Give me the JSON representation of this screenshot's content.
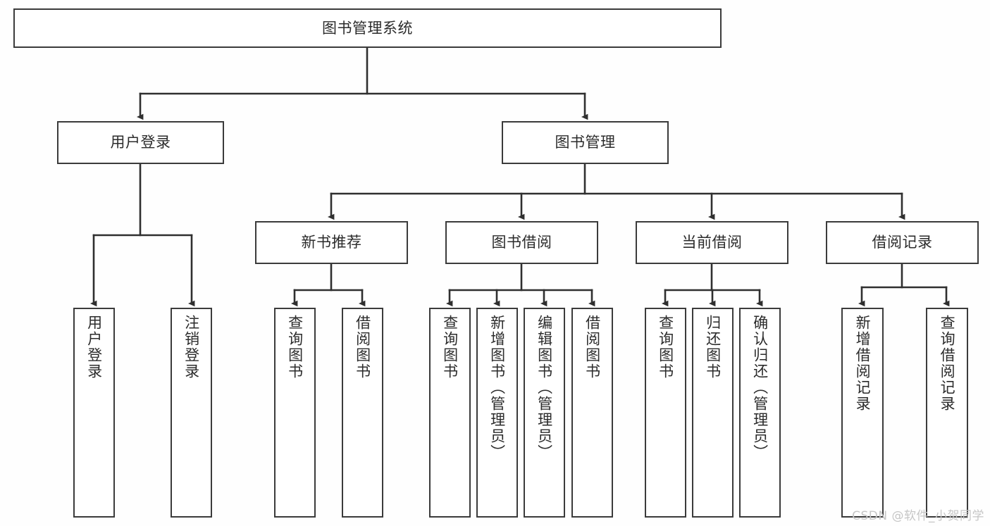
{
  "diagram": {
    "title": "图书管理系统",
    "type": "hierarchy-tree",
    "watermark": "CSDN @软件_小贺同学",
    "style": {
      "border_color": "#3b3b3b",
      "fill_color": "#ffffff",
      "text_color": "#2b2b2b",
      "background": "#fefefe",
      "watermark_color": "#c6c6c6"
    },
    "nodes": {
      "root": {
        "label": "图书管理系统",
        "level": 1
      },
      "l2": [
        {
          "id": "user-login",
          "label": "用户登录",
          "level": 2
        },
        {
          "id": "book-manage",
          "label": "图书管理",
          "level": 2
        }
      ],
      "l3": [
        {
          "id": "new-book-rec",
          "label": "新书推荐",
          "level": 3,
          "parent": "book-manage"
        },
        {
          "id": "book-borrow",
          "label": "图书借阅",
          "level": 3,
          "parent": "book-manage"
        },
        {
          "id": "current-borrow",
          "label": "当前借阅",
          "level": 3,
          "parent": "book-manage"
        },
        {
          "id": "borrow-record",
          "label": "借阅记录",
          "level": 3,
          "parent": "book-manage"
        }
      ],
      "leaves": [
        {
          "id": "leaf-user-login",
          "label": "用户登录",
          "parent": "user-login"
        },
        {
          "id": "leaf-logout",
          "label": "注销登录",
          "parent": "user-login"
        },
        {
          "id": "leaf-query-book-1",
          "label": "查询图书",
          "parent": "new-book-rec"
        },
        {
          "id": "leaf-borrow-book-1",
          "label": "借阅图书",
          "parent": "new-book-rec"
        },
        {
          "id": "leaf-query-book-2",
          "label": "查询图书",
          "parent": "book-borrow"
        },
        {
          "id": "leaf-add-book",
          "label": "新增图书（管理员）",
          "parent": "book-borrow"
        },
        {
          "id": "leaf-edit-book",
          "label": "编辑图书（管理员）",
          "parent": "book-borrow"
        },
        {
          "id": "leaf-borrow-book-2",
          "label": "借阅图书",
          "parent": "book-borrow"
        },
        {
          "id": "leaf-query-book-3",
          "label": "查询图书",
          "parent": "current-borrow"
        },
        {
          "id": "leaf-return-book",
          "label": "归还图书",
          "parent": "current-borrow"
        },
        {
          "id": "leaf-confirm-return",
          "label": "确认归还（管理员）",
          "parent": "current-borrow"
        },
        {
          "id": "leaf-add-record",
          "label": "新增借阅记录",
          "parent": "borrow-record"
        },
        {
          "id": "leaf-query-record",
          "label": "查询借阅记录",
          "parent": "borrow-record"
        }
      ]
    }
  }
}
